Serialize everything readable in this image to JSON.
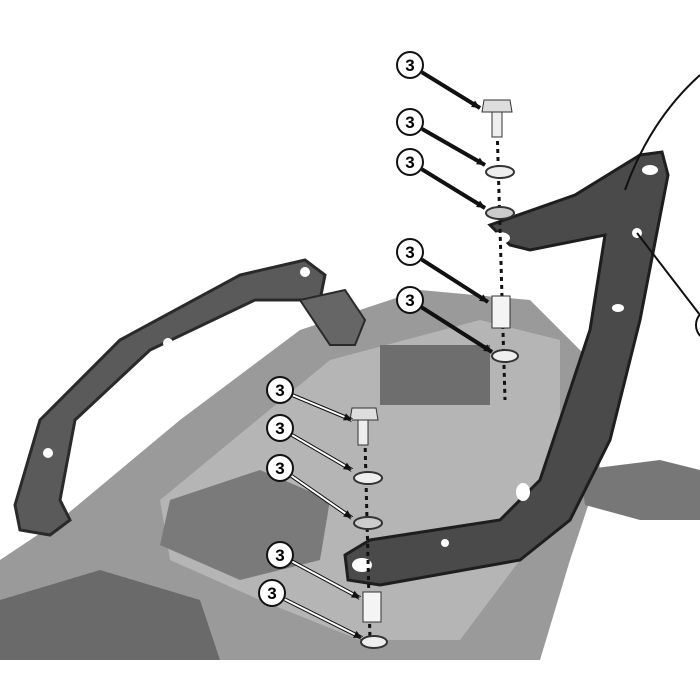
{
  "callouts": [
    {
      "label": "3",
      "part": "bolt"
    },
    {
      "label": "3",
      "part": "washer"
    },
    {
      "label": "3",
      "part": "washer"
    },
    {
      "label": "3",
      "part": "spacer"
    },
    {
      "label": "3",
      "part": "washer"
    },
    {
      "label": "3",
      "part": "bolt"
    },
    {
      "label": "3",
      "part": "washer"
    },
    {
      "label": "3",
      "part": "washer"
    },
    {
      "label": "3",
      "part": "spacer"
    },
    {
      "label": "3",
      "part": "washer"
    }
  ],
  "colors": {
    "bracket": "#4a4a4a",
    "bike": "#8a8a8a",
    "background": "#ffffff"
  }
}
